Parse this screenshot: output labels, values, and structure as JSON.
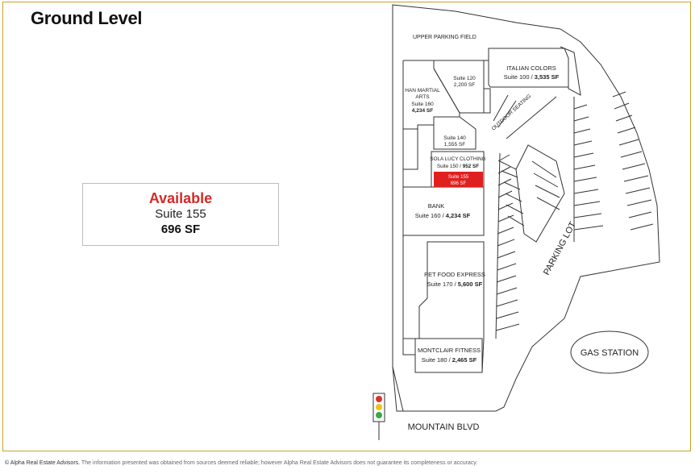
{
  "title": "Ground Level",
  "available_box": {
    "heading": "Available",
    "suite": "Suite 155",
    "sf": "696 SF"
  },
  "site_plan": {
    "upper_parking_field": "UPPER PARKING FIELD",
    "italian_colors": {
      "name": "ITALIAN COLORS",
      "suite": "Suite 100 / ",
      "sf": "3,535 SF"
    },
    "suite120": {
      "suite": "Suite 120",
      "sf": "2,200 SF"
    },
    "han_martial_arts": {
      "name_line1": "HAN MARTIAL",
      "name_line2": "ARTS",
      "suite": "Suite 160",
      "sf": "4,234 SF"
    },
    "suite140": {
      "suite": "Suite 140",
      "sf": "1,555 SF"
    },
    "outdoor_seating": "OUTDOOR SEATING",
    "sola_lucy": {
      "name": "SOLA LUCY CLOTHING",
      "suite": "Suite 150 / ",
      "sf": "952 SF"
    },
    "suite155": {
      "suite": "Suite 155",
      "sf": "696 SF"
    },
    "bank": {
      "name": "BANK",
      "suite": "Suite 160 / ",
      "sf": "4,234 SF"
    },
    "pet_food_express": {
      "name": "PET FOOD EXPRESS",
      "suite": "Suite 170 / ",
      "sf": "5,600 SF"
    },
    "montclair_fitness": {
      "name": "MONTCLAIR FITNESS",
      "suite": "Suite 180 / ",
      "sf": "2,465 SF"
    },
    "parking_lot": "PARKING LOT",
    "gas_station": "GAS STATION",
    "mountain_blvd": "MOUNTAIN BLVD"
  },
  "colors": {
    "available": "#d32a27",
    "highlight_suite": "#e0201f",
    "frame_border": "#c9a227",
    "lines": "#333333",
    "traffic_red": "#d9342b",
    "traffic_yellow": "#e8c51c",
    "traffic_green": "#3aa84a"
  },
  "footer": {
    "copyright": "© Alpha Real Estate Advisors.",
    "disclaimer": " The information presented was obtained from sources deemed reliable; however Alpha Real Estate Advisors does not guarantee its completeness or accuracy."
  }
}
